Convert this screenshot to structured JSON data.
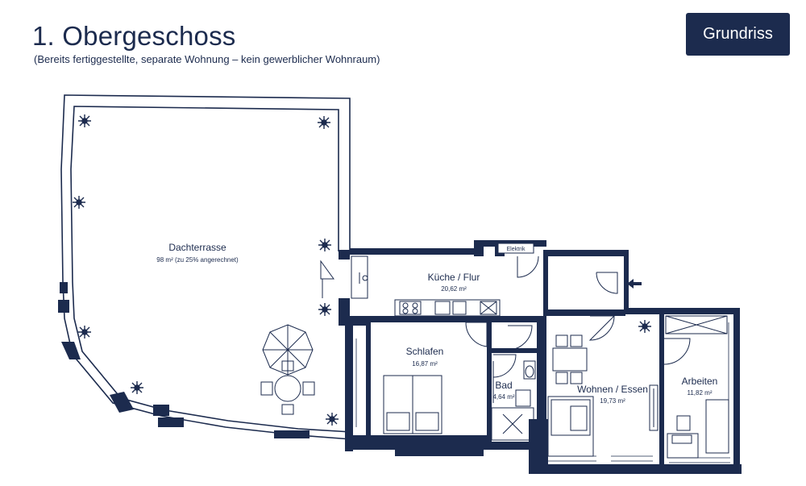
{
  "header": {
    "title": "1. Obergeschoss",
    "subtitle": "(Bereits fertiggestellte, separate Wohnung – kein gewerblicher Wohnraum)",
    "button_label": "Grundriss"
  },
  "colors": {
    "primary": "#1c2b4e",
    "background": "#ffffff"
  },
  "rooms": {
    "dachterrasse": {
      "name": "Dachterrasse",
      "area": "98 m² (zu 25% angerechnet)"
    },
    "kueche": {
      "name": "Küche / Flur",
      "area": "20,62 m²"
    },
    "schlafen": {
      "name": "Schlafen",
      "area": "16,87 m²"
    },
    "bad": {
      "name": "Bad",
      "area": "4,64 m²"
    },
    "wohnen": {
      "name": "Wohnen / Essen",
      "area": "19,73 m²"
    },
    "arbeiten": {
      "name": "Arbeiten",
      "area": "11,82 m²"
    }
  },
  "labels": {
    "elektrik": "Elektrik"
  },
  "icons": [
    "plant-icon",
    "parasol-icon",
    "entrance-arrow-icon"
  ]
}
